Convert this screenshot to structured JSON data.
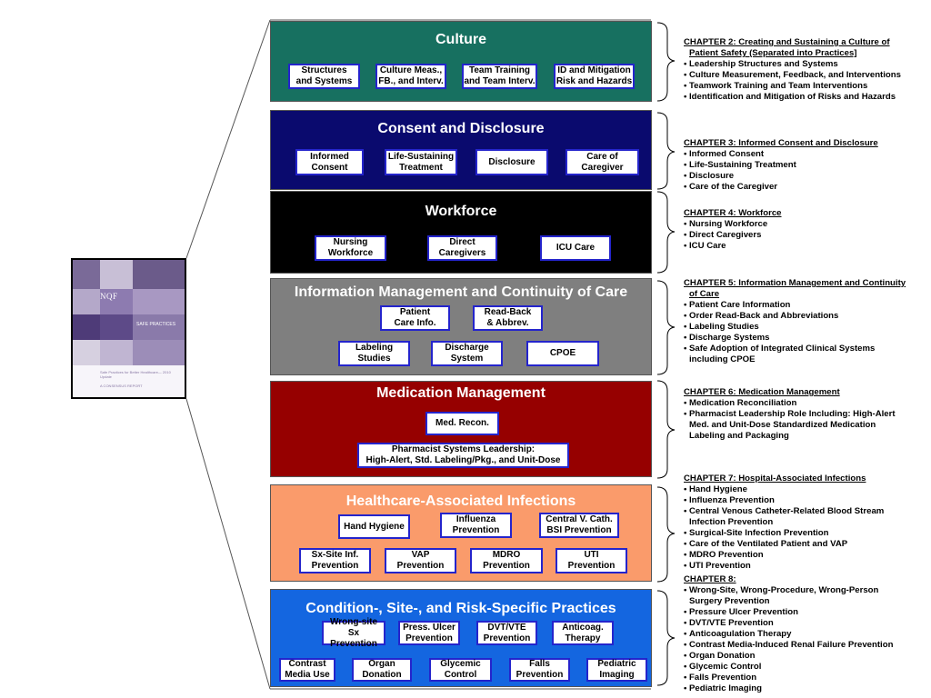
{
  "cover": {
    "logo": "NQF",
    "safe_practices": "SAFE PRACTICES",
    "caption_1": "Safe Practices for Better Healthcare— 2010 Update",
    "caption_2": "A CONSENSUS REPORT"
  },
  "panels": [
    {
      "key": "culture",
      "title": "Culture",
      "color": "#177060",
      "items": [
        "Structures\nand Systems",
        "Culture Meas.,\nFB., and Interv.",
        "Team Training\nand Team Interv.",
        "ID and Mitigation\nRisk and Hazards"
      ]
    },
    {
      "key": "consent",
      "title": "Consent and Disclosure",
      "color": "#0a0a6e",
      "items": [
        "Informed\nConsent",
        "Life-Sustaining\nTreatment",
        "Disclosure",
        "Care of\nCaregiver"
      ]
    },
    {
      "key": "workforce",
      "title": "Workforce",
      "color": "#000000",
      "items": [
        "Nursing\nWorkforce",
        "Direct\nCaregivers",
        "ICU Care"
      ]
    },
    {
      "key": "info",
      "title": "Information Management and Continuity of Care",
      "color": "#7f7f7f",
      "items": [
        "Patient\nCare Info.",
        "Read-Back\n& Abbrev.",
        "Labeling\nStudies",
        "Discharge\nSystem",
        "CPOE"
      ]
    },
    {
      "key": "medication",
      "title": "Medication Management",
      "color": "#960000",
      "items": [
        "Med. Recon.",
        "Pharmacist Systems Leadership:\nHigh-Alert, Std. Labeling/Pkg., and Unit-Dose"
      ]
    },
    {
      "key": "infections",
      "title": "Healthcare-Associated Infections",
      "color": "#fa9b6b",
      "items": [
        "Hand Hygiene",
        "Influenza\nPrevention",
        "Central V. Cath.\nBSI Prevention",
        "Sx-Site Inf.\nPrevention",
        "VAP\nPrevention",
        "MDRO\nPrevention",
        "UTI\nPrevention"
      ]
    },
    {
      "key": "condition",
      "title": "Condition-, Site-, and Risk-Specific Practices",
      "color": "#1466e0",
      "items": [
        "Wrong-site\nSx Prevention",
        "Press. Ulcer\nPrevention",
        "DVT/VTE\nPrevention",
        "Anticoag.\nTherapy",
        "Contrast\nMedia Use",
        "Organ\nDonation",
        "Glycemic\nControl",
        "Falls\nPrevention",
        "Pediatric\nImaging"
      ]
    }
  ],
  "chapters": [
    {
      "heading_1": "CHAPTER 2: Creating and Sustaining a Culture of",
      "heading_2": "Patient Safety (Separated into Practices]",
      "items": [
        "Leadership Structures and Systems",
        "Culture Measurement, Feedback, and Interventions",
        "Teamwork Training and Team Interventions",
        "Identification and Mitigation of Risks and Hazards"
      ]
    },
    {
      "heading_1": "CHAPTER 3: Informed Consent and Disclosure",
      "items": [
        "Informed Consent",
        "Life-Sustaining Treatment",
        "Disclosure",
        "Care of the Caregiver"
      ]
    },
    {
      "heading_1": "CHAPTER 4: Workforce",
      "items": [
        "Nursing Workforce",
        "Direct Caregivers",
        "ICU Care"
      ]
    },
    {
      "heading_1": "CHAPTER 5: Information Management and Continuity",
      "heading_2": "of Care",
      "items": [
        "Patient Care Information",
        "Order Read-Back and Abbreviations",
        "Labeling Studies",
        "Discharge Systems",
        "Safe Adoption of Integrated Clinical Systems",
        "including CPOE"
      ]
    },
    {
      "heading_1": "CHAPTER 6: Medication Management",
      "items": [
        "Medication Reconciliation",
        "Pharmacist Leadership Role Including: High-Alert",
        "Med. and Unit-Dose Standardized Medication",
        "Labeling and Packaging"
      ]
    },
    {
      "heading_1": "CHAPTER 7: Hospital-Associated Infections",
      "items": [
        "Hand Hygiene",
        "Influenza Prevention",
        "Central Venous Catheter-Related Blood Stream",
        "Infection Prevention",
        "Surgical-Site Infection Prevention",
        "Care of the Ventilated Patient and VAP",
        "MDRO Prevention",
        "UTI Prevention"
      ]
    },
    {
      "heading_1": "CHAPTER 8:",
      "items": [
        "Wrong-Site, Wrong-Procedure, Wrong-Person",
        "Surgery Prevention",
        "Pressure Ulcer Prevention",
        "DVT/VTE Prevention",
        "Anticoagulation Therapy",
        "Contrast Media-Induced Renal Failure Prevention",
        "Organ Donation",
        "Glycemic Control",
        "Falls Prevention",
        "Pediatric Imaging"
      ]
    }
  ]
}
